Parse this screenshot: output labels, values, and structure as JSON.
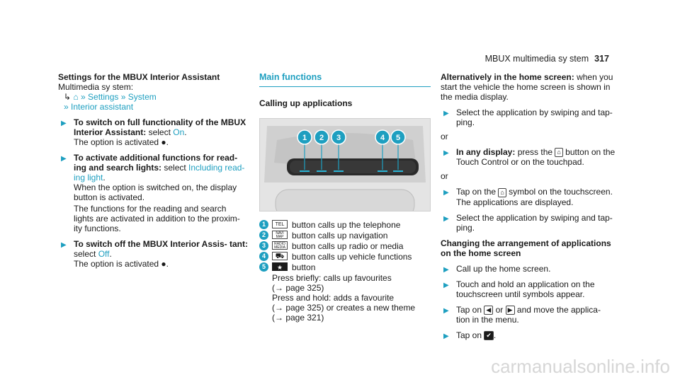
{
  "header": {
    "title": "MBUX multimedia sy stem",
    "page": "317"
  },
  "col1": {
    "title": "Settings for the MBUX Interior Assistant",
    "system": "Multimedia sy stem:",
    "path1": "Settings",
    "path2": "System",
    "path3": "Interior assistant",
    "step1_bold": "To switch on full functionality of the MBUX Interior Assistant:",
    "step1_rest": " select ",
    "step1_option": "On",
    "step1_end": ".",
    "step1_note": "The option is activated ●.",
    "step2_bold": "To activate additional functions for read- ing and search lights:",
    "step2_rest": " select ",
    "step2_option": "Including read- ing light",
    "step2_end": ".",
    "step2_note1": "When the option is switched on, the display button is activated.",
    "step2_note2": "The functions for the reading and search lights are activated in addition to the proxim- ity functions.",
    "step3_bold": "To switch off the MBUX Interior Assis- tant:",
    "step3_rest": " select ",
    "step3_option": "Off",
    "step3_end": ".",
    "step3_note": "The option is activated ●."
  },
  "col2": {
    "section_title": "Main functions",
    "sub_title": "Calling up applications",
    "legend": [
      {
        "num": "1",
        "sym": "TEL",
        "text": "button calls up the telephone"
      },
      {
        "num": "2",
        "sym": "NAVI MAP",
        "text": "button calls up navigation"
      },
      {
        "num": "3",
        "sym": "RADIO MEDIA",
        "text": "button calls up radio or media"
      },
      {
        "num": "4",
        "sym": "⛟",
        "text": "button calls up vehicle functions"
      },
      {
        "num": "5",
        "sym": "★",
        "text": "button"
      }
    ],
    "fav_1": "Press briefly: calls up favourites",
    "fav_2": "(→ page 325)",
    "fav_3": "Press and hold: adds a favourite",
    "fav_4": "(→ page 325) or creates a new theme",
    "fav_5": "(→ page 321)"
  },
  "col3": {
    "intro_bold": "Alternatively in the home screen:",
    "intro_rest": " when you start the vehicle the home screen is shown in the media display.",
    "s1": "Select the application by swiping and tap- ping.",
    "or1": "or",
    "s2_bold": "In any display:",
    "s2_a": " press the ",
    "s2_b": " button on the Touch Control or on the touchpad.",
    "or2": "or",
    "s3_a": "Tap on the ",
    "s3_b": " symbol on the touchscreen. The applications are displayed.",
    "s4": "Select the application by swiping and tap- ping.",
    "sub_title": "Changing the arrangement of applications on the home screen",
    "s5": "Call up the home screen.",
    "s6": "Touch and hold an application on the touchscreen until symbols appear.",
    "s7_a": "Tap on ",
    "s7_b": " or ",
    "s7_c": " and move the applica- tion in the menu.",
    "s8_a": "Tap on ",
    "s8_b": "."
  },
  "watermark": "carmanualsonline.info"
}
